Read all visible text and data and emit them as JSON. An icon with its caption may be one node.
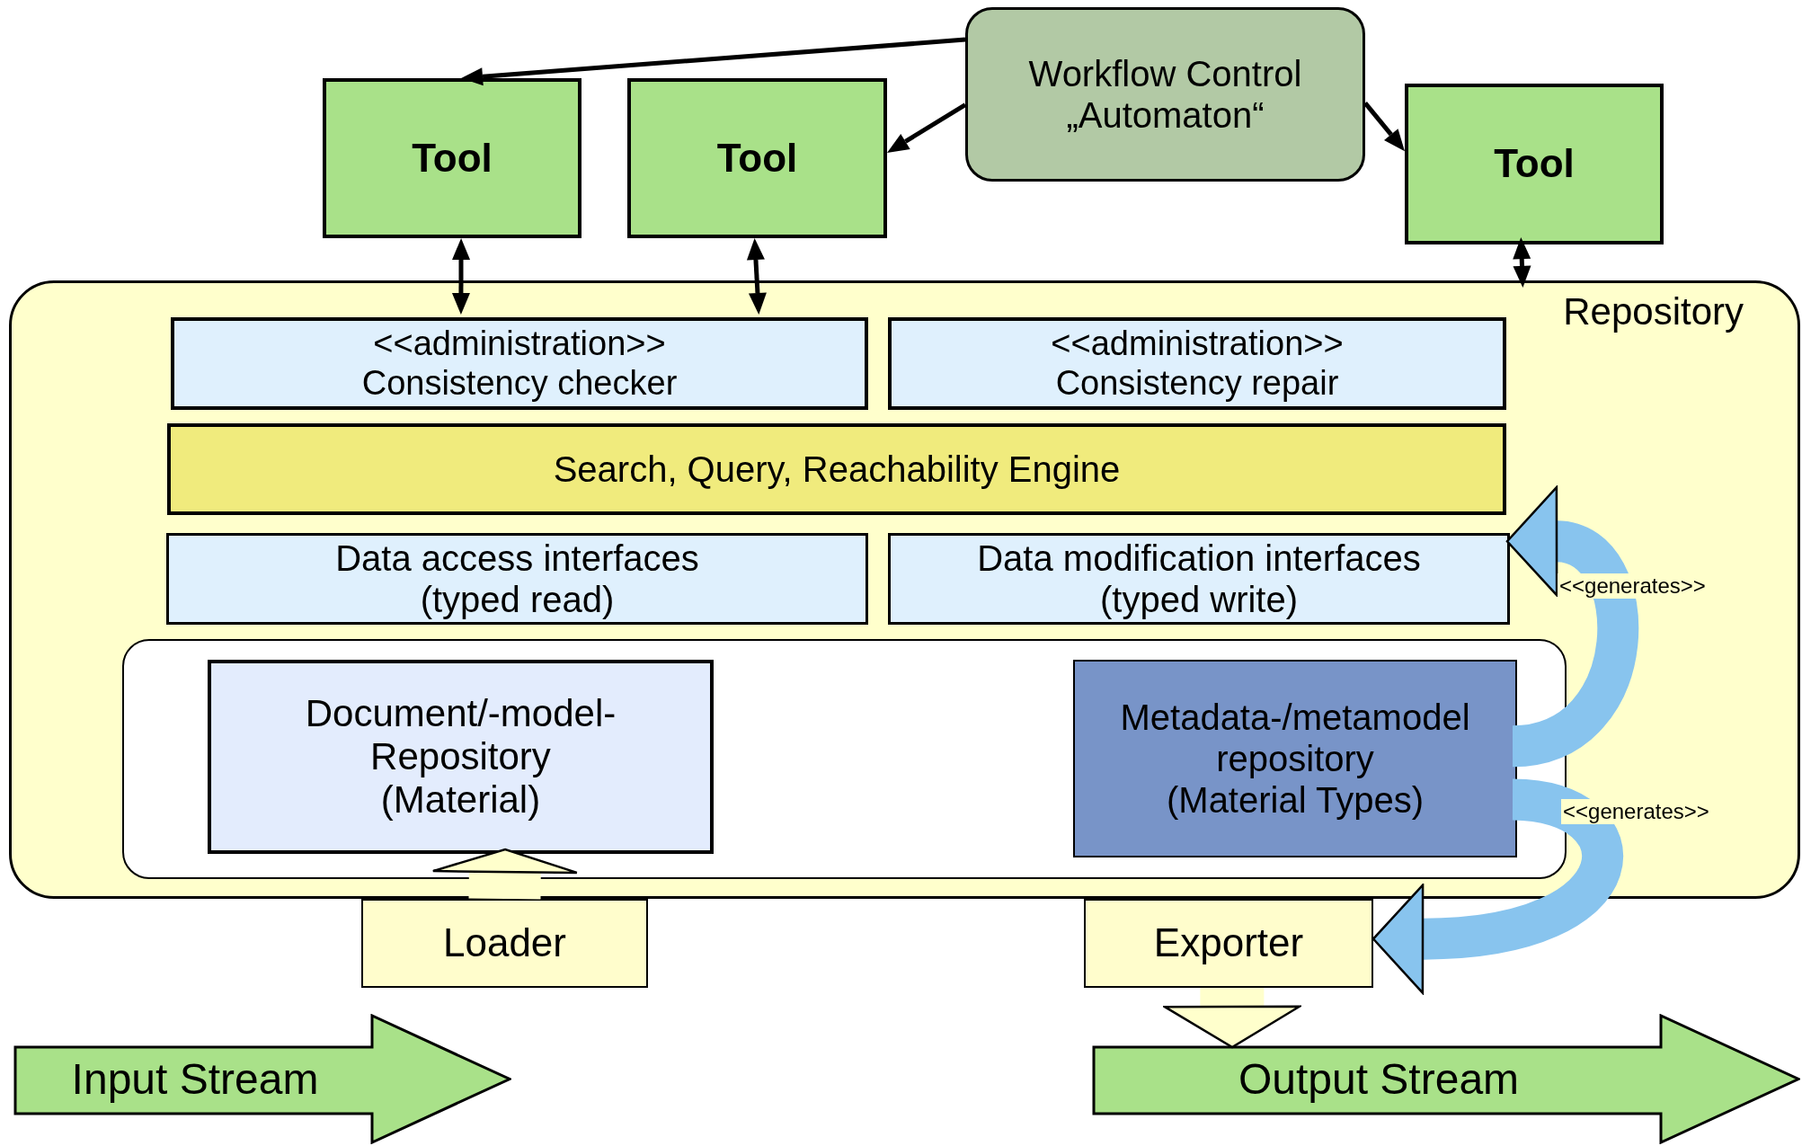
{
  "diagram": {
    "nodes": [
      {
        "text": [
          "Workflow Control „Automaton“"
        ]
      },
      {
        "text": [
          "Tool"
        ]
      },
      {
        "text": [
          "Tool"
        ]
      },
      {
        "text": [
          "Tool"
        ]
      },
      {
        "text": [
          "Repository"
        ]
      },
      {
        "text": [
          "<<administration>>",
          "Consistency checker"
        ],
        "in": 4
      },
      {
        "text": [
          "<<administration>>",
          "Consistency repair"
        ],
        "in": 4
      },
      {
        "text": [
          "Search, Query, Reachability Engine"
        ],
        "in": 4
      },
      {
        "text": [
          "Data access interfaces",
          "(typed read)"
        ],
        "in": 4
      },
      {
        "text": [
          "Data modification interfaces",
          "(typed write)"
        ],
        "in": 4
      },
      {
        "text": [],
        "shape": "box",
        "in": 4
      },
      {
        "text": [
          "Document/-model- Repository",
          "(Material)"
        ],
        "in": 10
      },
      {
        "text": [
          "Metadata-/metamodel repository",
          "(Material Types)"
        ],
        "in": 10
      },
      {
        "text": [
          "Loader"
        ]
      },
      {
        "text": [
          "Exporter"
        ]
      },
      {
        "text": [
          "Input Stream"
        ]
      },
      {
        "text": [
          "Output Stream"
        ]
      }
    ],
    "edges": [
      {
        "from": 0,
        "to": 1,
        "arrow": "to"
      },
      {
        "from": 0,
        "to": 2,
        "arrow": "to"
      },
      {
        "from": 0,
        "to": 3,
        "arrow": "to"
      },
      {
        "from": 1,
        "to": 5,
        "arrow": "both"
      },
      {
        "from": 2,
        "to": 5,
        "arrow": "both"
      },
      {
        "from": 3,
        "to": 4,
        "arrow": "both"
      },
      {
        "from": 13,
        "to": 11,
        "arrow": "to",
        "style": "thick",
        "color": "#ffffcc"
      },
      {
        "from": 12,
        "to": 9,
        "arrow": "to",
        "label": "<<generates>>",
        "style": "thick",
        "color": "#88c4ee"
      },
      {
        "from": 12,
        "to": 14,
        "arrow": "to",
        "label": "<<generates>>",
        "style": "thick",
        "color": "#88c4ee"
      },
      {
        "from": 14,
        "to": 16,
        "arrow": "to",
        "style": "thick",
        "color": "#ffffcc"
      }
    ]
  }
}
